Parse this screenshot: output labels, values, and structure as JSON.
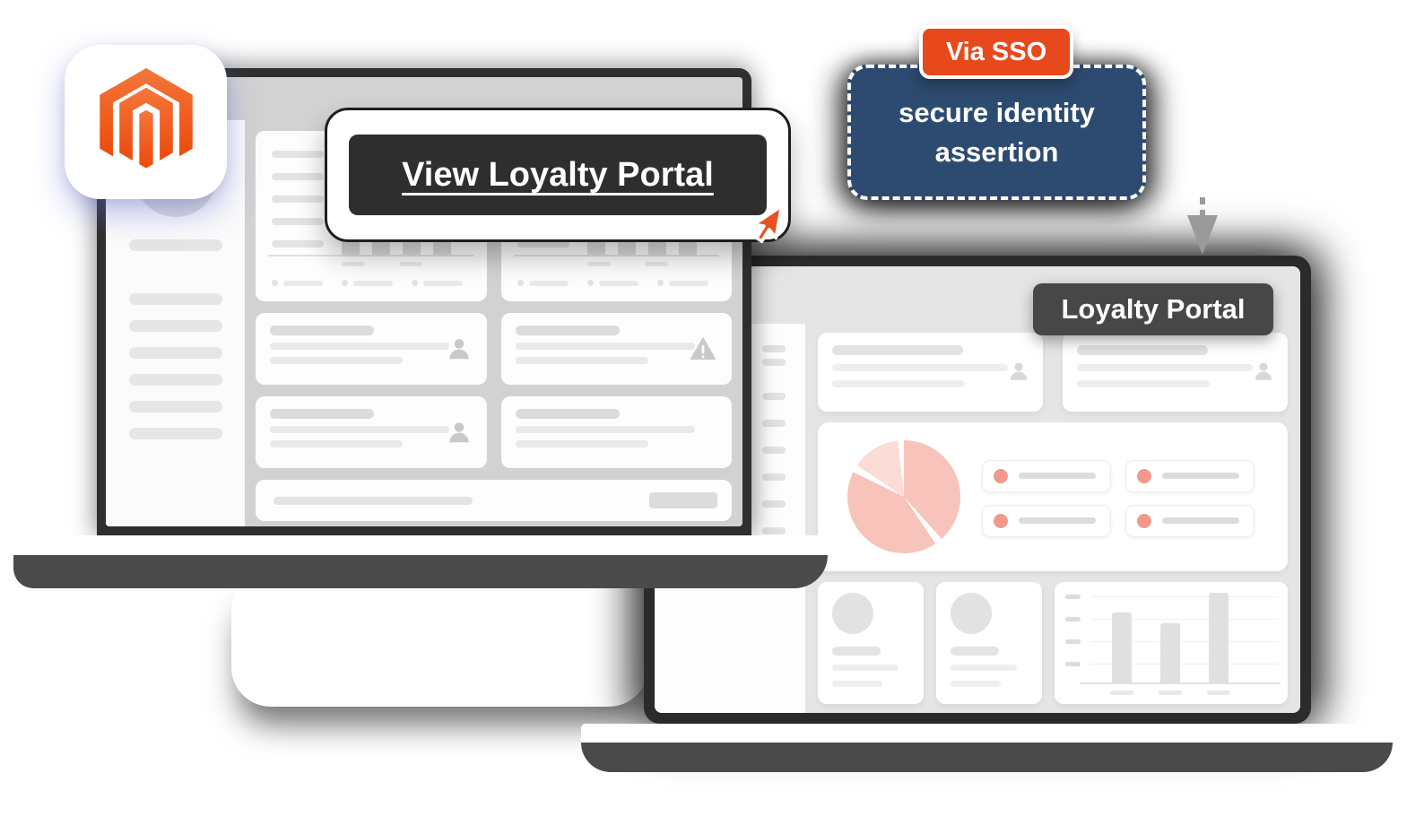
{
  "magento_app_icon": {
    "icon": "magento-logo",
    "brand_color": "#f26322"
  },
  "admin_tooltip": {
    "button_label": "View Loyalty Portal",
    "button_bg": "#2e2e2e"
  },
  "cursor": {
    "icon": "cursor-arrow",
    "color": "#e8511d"
  },
  "sso_callout": {
    "badge_label": "Via SSO",
    "badge_bg": "#e8491c",
    "text": "secure identity assertion",
    "box_bg": "#2d4b70"
  },
  "flow_arrow": {
    "icon": "arrow-down",
    "color": "#9a9a9a"
  },
  "portal_badge": {
    "label": "Loyalty Portal",
    "bg": "#474747"
  },
  "palette": {
    "laptop_frame": "#2e2e2e",
    "laptop_base": "#4a4a4a",
    "screen_chrome": "#d2d2d2",
    "admin_canvas": "#c8c8c8",
    "portal_canvas": "#e5e5e5",
    "card": "#fdfdfd",
    "skeleton": "#e3e3e3",
    "pie_light": "#fbdcd6",
    "pie_medium": "#f8c3ba",
    "stat_dot": "#f2998b"
  }
}
